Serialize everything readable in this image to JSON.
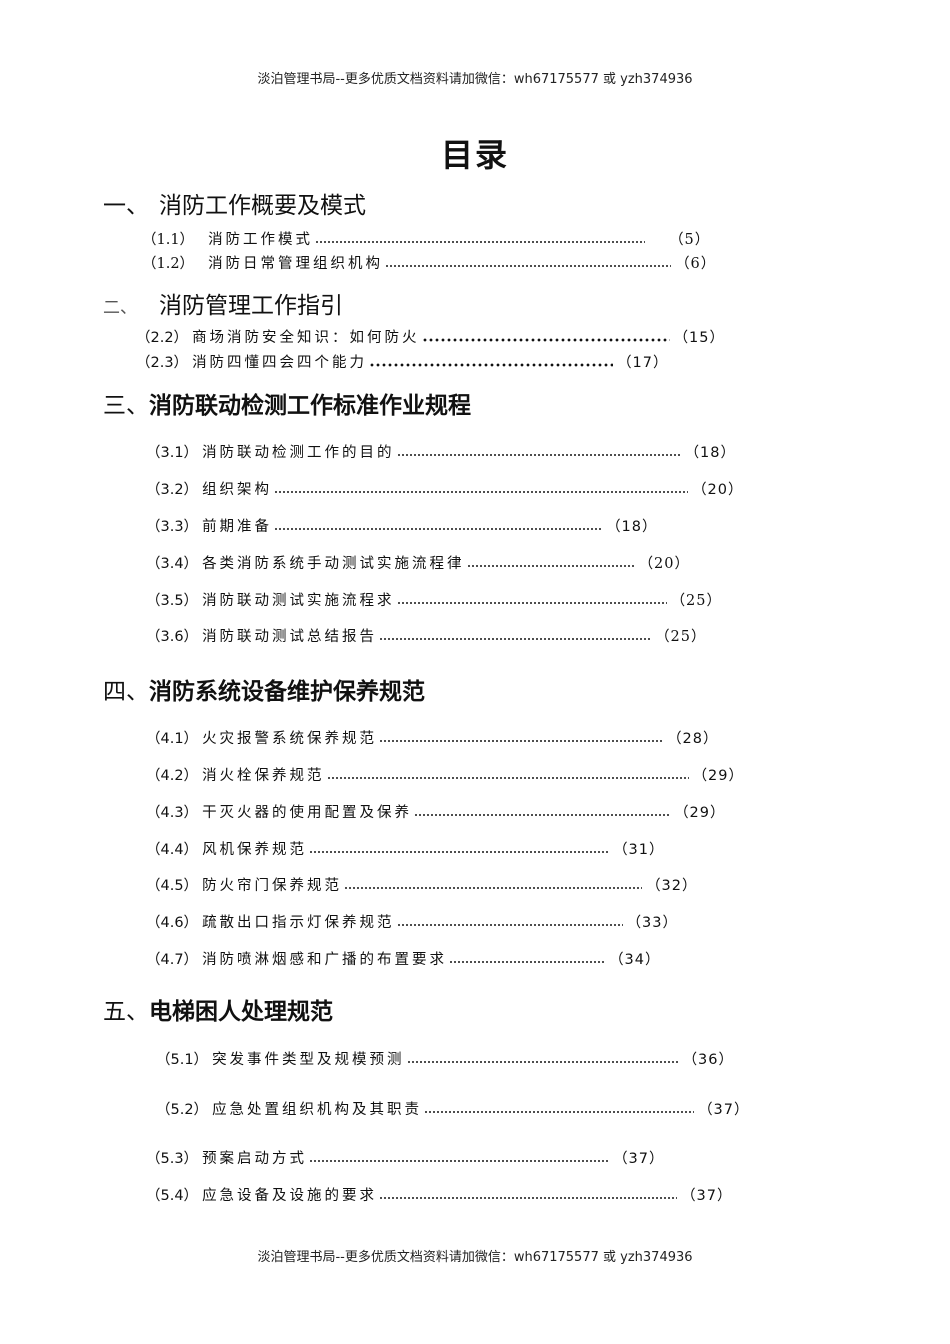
{
  "header": {
    "text": "淡泊管理书局--更多优质文档资料请加微信：wh67175577 或 yzh374936"
  },
  "footer": {
    "text": "淡泊管理书局--更多优质文档资料请加微信：wh67175577 或 yzh374936"
  },
  "title": "目录",
  "sections": [
    {
      "number": "一、",
      "title": "消防工作概要及模式",
      "entries": [
        {
          "code": "（1.1）",
          "label": "消防工作模式",
          "page": "（5）"
        },
        {
          "code": "（1.2）",
          "label": "消防日常管理组织机构",
          "page": "（6）"
        }
      ]
    },
    {
      "number": "二、",
      "title": "消防管理工作指引",
      "entries": [
        {
          "code": "（2.2）",
          "label": "商场消防安全知识：如何防火",
          "page": "（15）"
        },
        {
          "code": "（2.3）",
          "label": "消防四懂四会四个能力",
          "page": "（17）"
        }
      ]
    },
    {
      "number": "三、",
      "title": "消防联动检测工作标准作业规程",
      "entries": [
        {
          "code": "（3.1）",
          "label": "消防联动检测工作的目的",
          "page": "（18）"
        },
        {
          "code": "（3.2）",
          "label": "组织架构",
          "page": "（20）"
        },
        {
          "code": "（3.3）",
          "label": "前期准备",
          "page": "（18）"
        },
        {
          "code": "（3.4）",
          "label": "各类消防系统手动测试实施流程律",
          "page": "（20）"
        },
        {
          "code": "（3.5）",
          "label": "消防联动测试实施流程求",
          "page": "（25）"
        },
        {
          "code": "（3.6）",
          "label": "消防联动测试总结报告",
          "page": "（25）"
        }
      ]
    },
    {
      "number": "四、",
      "title": "消防系统设备维护保养规范",
      "entries": [
        {
          "code": "（4.1）",
          "label": "火灾报警系统保养规范",
          "page": "（28）"
        },
        {
          "code": "（4.2）",
          "label": "消火栓保养规范",
          "page": "（29）"
        },
        {
          "code": "（4.3）",
          "label": "干灭火器的使用配置及保养",
          "page": "（29）"
        },
        {
          "code": "（4.4）",
          "label": "风机保养规范",
          "page": "（31）"
        },
        {
          "code": "（4.5）",
          "label": "防火帘门保养规范",
          "page": "（32）"
        },
        {
          "code": "（4.6）",
          "label": "疏散出口指示灯保养规范",
          "page": "（33）"
        },
        {
          "code": "（4.7）",
          "label": "消防喷淋烟感和广播的布置要求",
          "page": "（34）"
        }
      ]
    },
    {
      "number": "五、",
      "title": "电梯困人处理规范",
      "entries": [
        {
          "code": "（5.1）",
          "label": "突发事件类型及规模预测",
          "page": "（36）"
        },
        {
          "code": "（5.2）",
          "label": "应急处置组织机构及其职责",
          "page": "（37）"
        },
        {
          "code": "（5.3）",
          "label": "预案启动方式",
          "page": "（37）"
        },
        {
          "code": "（5.4）",
          "label": "应急设备及设施的要求",
          "page": "（37）"
        }
      ]
    }
  ]
}
